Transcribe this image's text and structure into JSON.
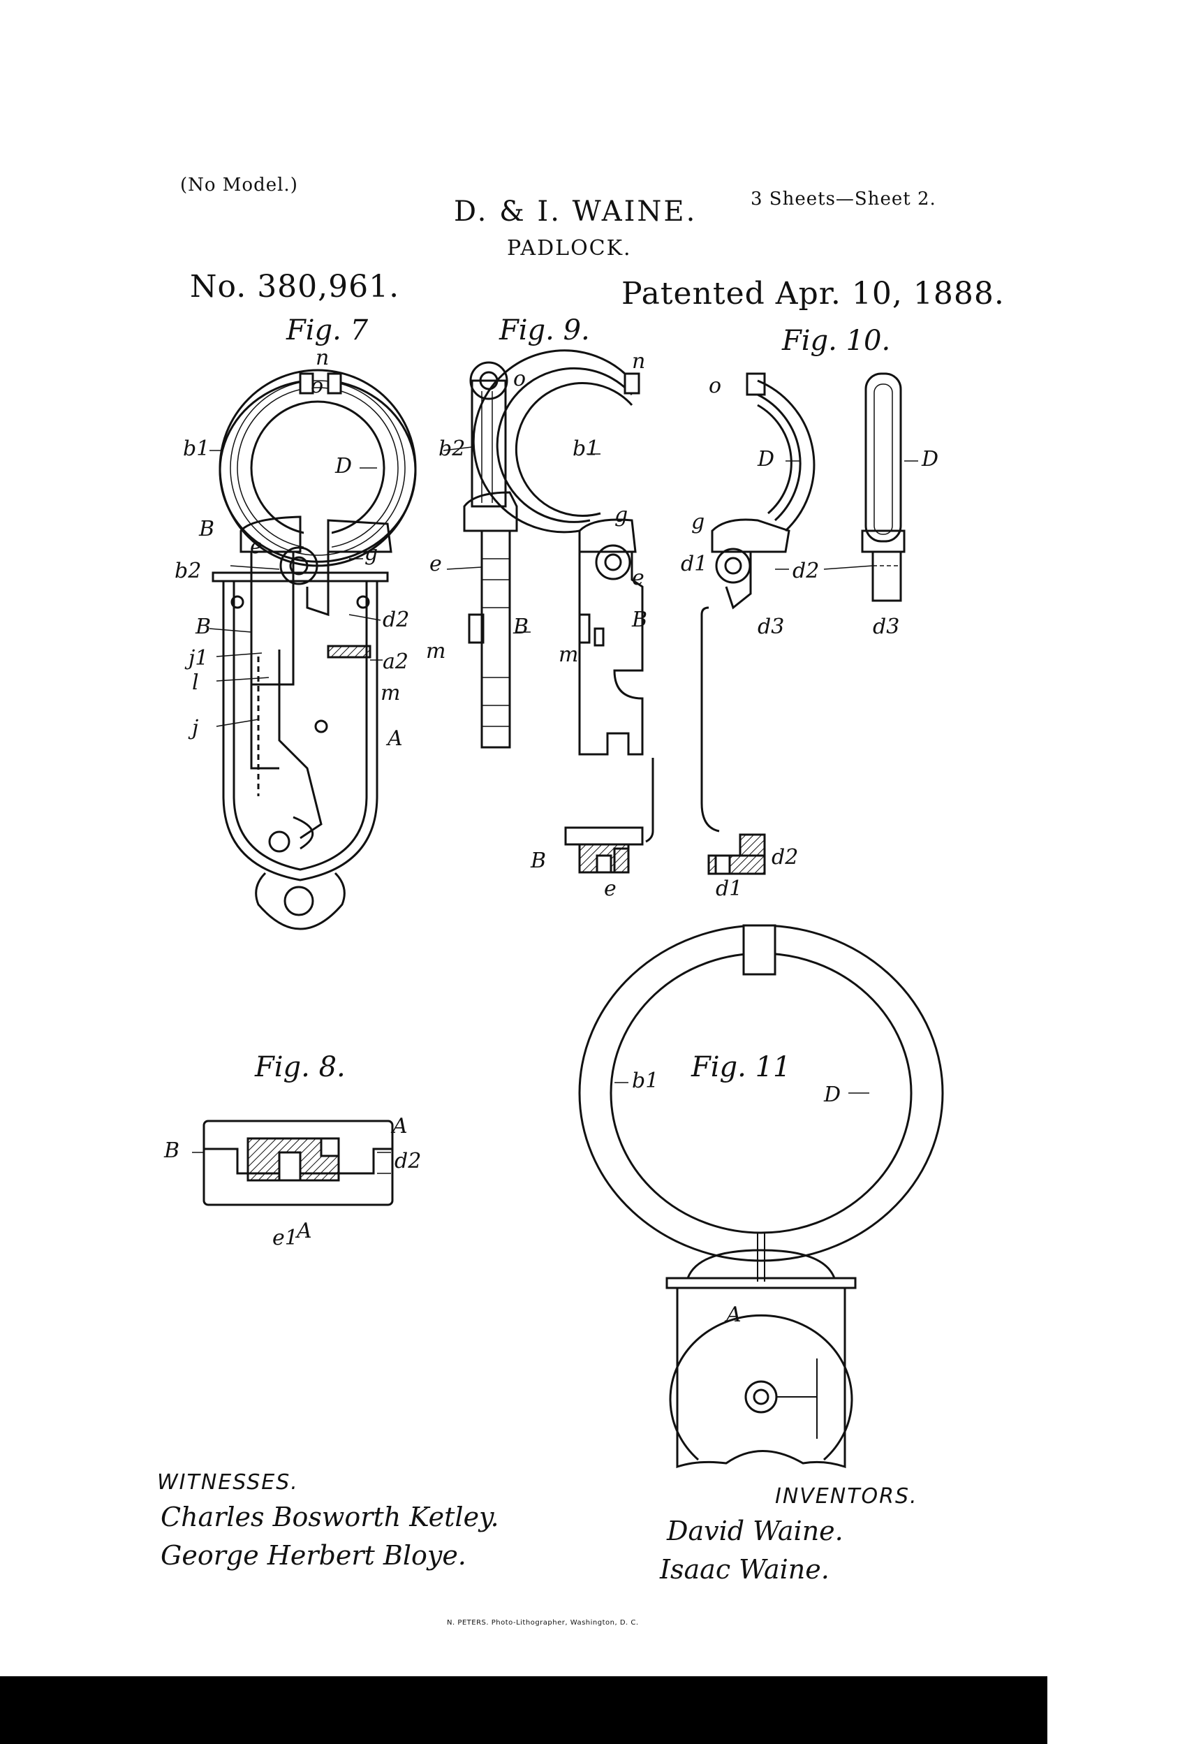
{
  "header": {
    "model_note": "(No Model.)",
    "inventors_title": "D. & I. WAINE.",
    "subject": "PADLOCK.",
    "sheets": "3 Sheets—Sheet 2.",
    "patent_number": "No. 380,961.",
    "patented_date": "Patented Apr. 10, 1888."
  },
  "figures": {
    "fig7": {
      "label": "Fig. 7",
      "refs": {
        "n": "n",
        "o": "o",
        "b1": "b1",
        "D": "D",
        "B_top": "B",
        "e": "e",
        "g": "g",
        "b2": "b2",
        "B": "B",
        "d2": "d2",
        "j1": "j1",
        "a2": "a2",
        "l": "l",
        "m": "m",
        "j": "j",
        "A": "A"
      }
    },
    "fig8": {
      "label": "Fig. 8.",
      "refs": {
        "A_top": "A",
        "B": "B",
        "d2": "d2",
        "e1": "e1",
        "A": "A"
      }
    },
    "fig9": {
      "label": "Fig. 9.",
      "refs": {
        "o": "o",
        "n": "n",
        "b2": "b2",
        "b1": "b1",
        "g": "g",
        "e_left": "e",
        "e": "e",
        "m_left": "m",
        "B_mid": "B",
        "B": "B",
        "m": "m",
        "B_sec": "B",
        "e_sec": "e"
      }
    },
    "fig10": {
      "label": "Fig. 10.",
      "refs": {
        "o": "o",
        "D": "D",
        "D_right": "D",
        "g": "g",
        "d1": "d1",
        "d2": "d2",
        "d3": "d3",
        "d3_right": "d3",
        "d2_sec": "d2",
        "d1_sec": "d1"
      }
    },
    "fig11": {
      "label": "Fig. 11",
      "refs": {
        "b1": "b1",
        "D": "D",
        "A": "A"
      }
    }
  },
  "witnesses": {
    "heading": "WITNESSES.",
    "names": [
      "Charles Bosworth Ketley.",
      "George Herbert Bloye."
    ]
  },
  "inventors": {
    "heading": "INVENTORS.",
    "names": [
      "David Waine.",
      "Isaac Waine."
    ]
  },
  "footer": {
    "printer": "N. PETERS. Photo-Lithographer, Washington, D. C."
  },
  "colors": {
    "ink": "#111111",
    "paper": "#ffffff"
  }
}
